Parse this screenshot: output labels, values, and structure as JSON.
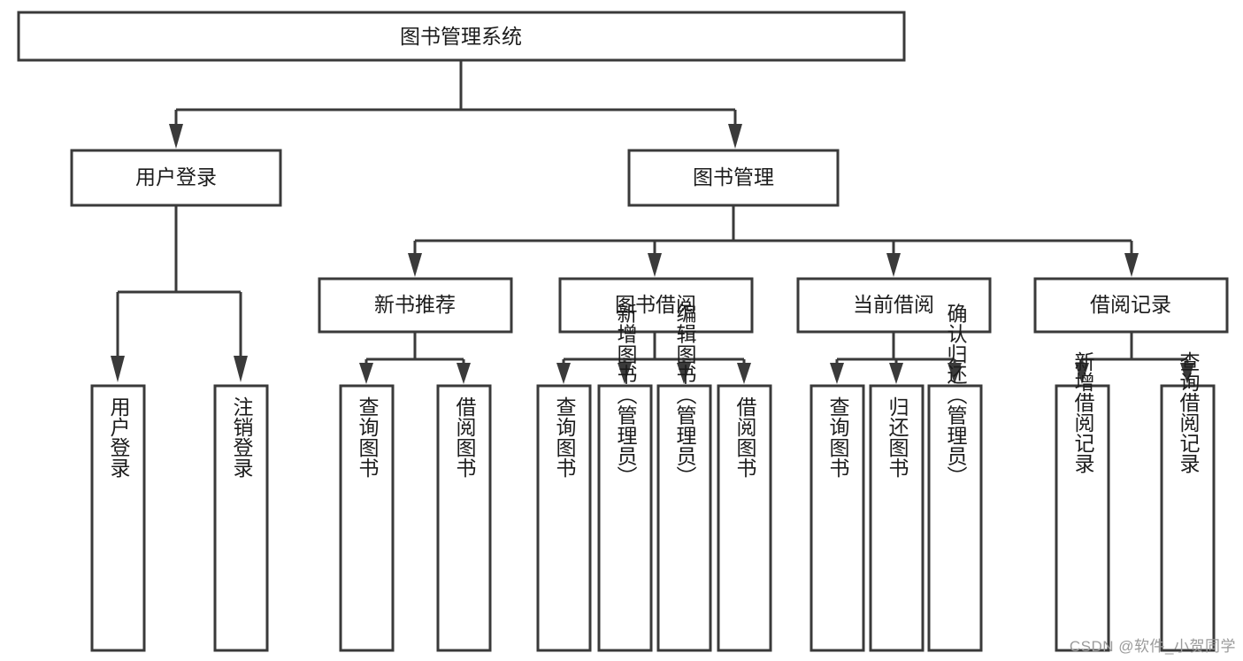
{
  "diagram": {
    "kind": "functional-structure-tree",
    "title": "图书管理系统",
    "colors": {
      "box_stroke": "#3a3a3a",
      "box_fill": "#ffffff",
      "connector": "#3a3a3a",
      "text": "#1c1c1c",
      "watermark": "#9b9b9b",
      "background": "#ffffff"
    },
    "root": {
      "label": "图书管理系统"
    },
    "level2": [
      {
        "label": "用户登录"
      },
      {
        "label": "图书管理"
      }
    ],
    "level3": [
      {
        "label": "新书推荐"
      },
      {
        "label": "图书借阅"
      },
      {
        "label": "当前借阅"
      },
      {
        "label": "借阅记录"
      }
    ],
    "leaves_user_login": [
      {
        "label": "用户登录"
      },
      {
        "label": "注销登录"
      }
    ],
    "leaves_new_book": [
      {
        "label": "查询图书"
      },
      {
        "label": "借阅图书"
      }
    ],
    "leaves_borrow": [
      {
        "label": "查询图书"
      },
      {
        "label": "新增图书（管理员）"
      },
      {
        "label": "编辑图书（管理员）"
      },
      {
        "label": "借阅图书"
      }
    ],
    "leaves_current": [
      {
        "label": "查询图书"
      },
      {
        "label": "归还图书"
      },
      {
        "label": "确认归还（管理员）"
      }
    ],
    "leaves_records": [
      {
        "label": "新增借阅记录"
      },
      {
        "label": "查询借阅记录"
      }
    ]
  },
  "watermark": {
    "text": "CSDN @软件_小贺同学"
  }
}
